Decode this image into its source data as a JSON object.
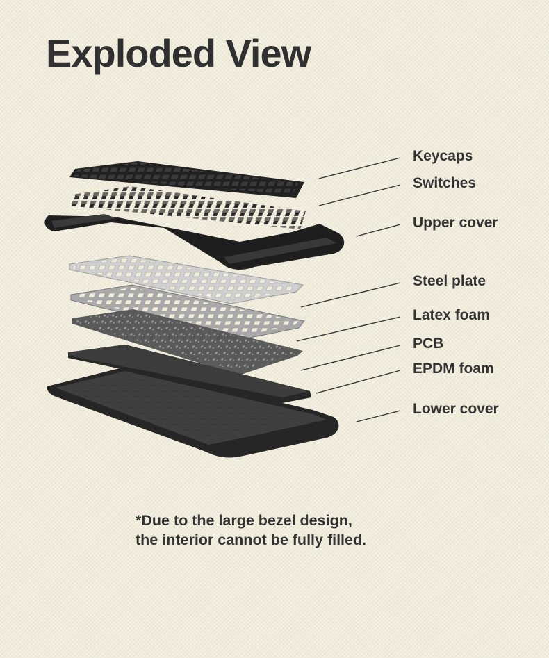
{
  "title": "Exploded View",
  "colors": {
    "background": "#f1ecdc",
    "text": "#303030",
    "part_dark": "#2a2a2a",
    "part_gray": "#6b6b6b",
    "plate_light": "#d7d7d7",
    "leader_line": "#333333"
  },
  "layers": [
    {
      "label": "Keycaps"
    },
    {
      "label": "Switches"
    },
    {
      "label": "Upper cover"
    },
    {
      "label": "Steel plate"
    },
    {
      "label": "Latex foam"
    },
    {
      "label": "PCB"
    },
    {
      "label": "EPDM foam"
    },
    {
      "label": "Lower cover"
    }
  ],
  "note": {
    "line1": "*Due to the large bezel design,",
    "line2": "the interior cannot be fully filled."
  }
}
